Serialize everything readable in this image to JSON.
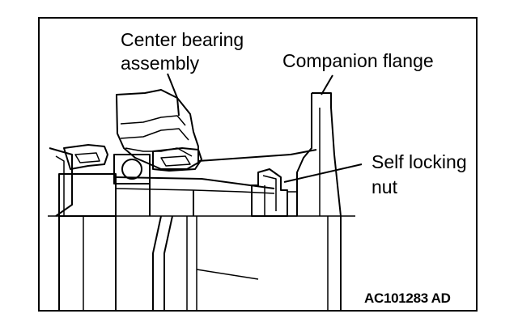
{
  "labels": {
    "center_bearing_line1": "Center bearing",
    "center_bearing_line2": "assembly",
    "companion_flange": "Companion flange",
    "self_locking_line1": "Self locking",
    "self_locking_line2": "nut"
  },
  "figure_code": "AC101283 AD"
}
